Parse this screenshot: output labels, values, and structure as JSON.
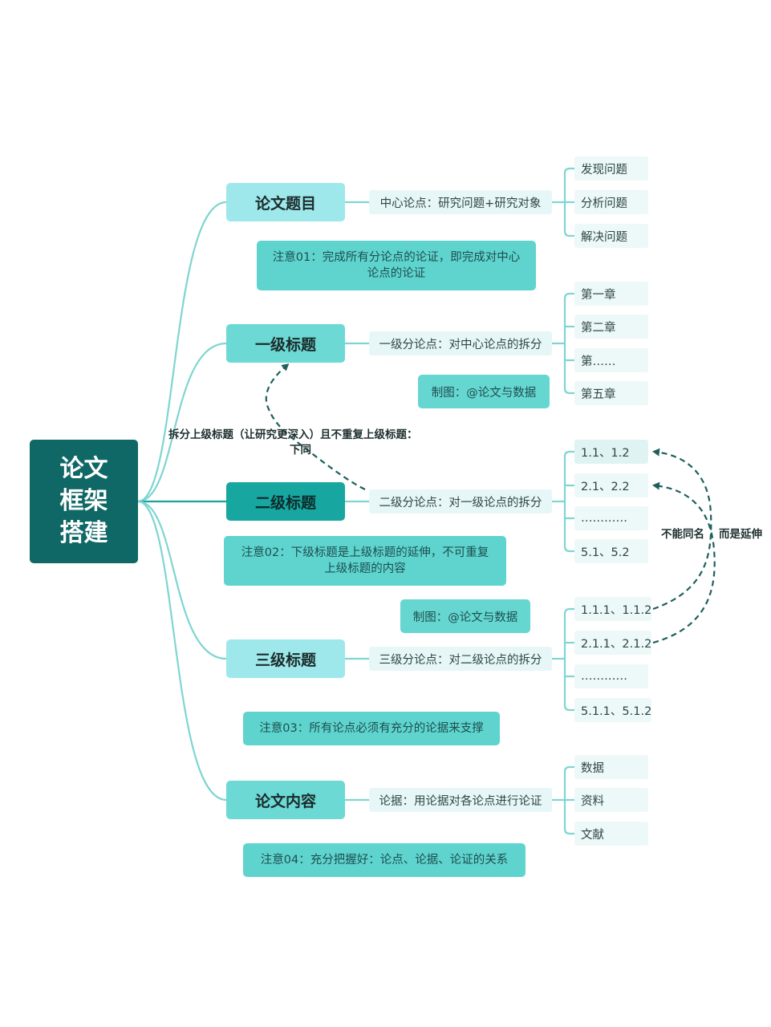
{
  "root": {
    "lines": [
      "论文",
      "框架",
      "搭建"
    ]
  },
  "branches": [
    {
      "title": "论文题目",
      "point": "中心论点：研究问题+研究对象",
      "leaves": [
        "发现问题",
        "分析问题",
        "解决问题"
      ],
      "note": [
        "注意01：完成所有分论点的论证，即完成对中心",
        "论点的论证"
      ]
    },
    {
      "title": "一级标题",
      "point": "一级分论点：对中心论点的拆分",
      "leaves": [
        "第一章",
        "第二章",
        "第……",
        "第五章"
      ],
      "credit": "制图：@论文与数据"
    },
    {
      "title": "二级标题",
      "point": "二级分论点：对一级论点的拆分",
      "leaves": [
        "1.1、1.2",
        "2.1、2.2",
        "…………",
        "5.1、5.2"
      ],
      "note": [
        "注意02：下级标题是上级标题的延伸，不可重复",
        "上级标题的内容"
      ]
    },
    {
      "title": "三级标题",
      "point": "三级分论点：对二级论点的拆分",
      "leaves": [
        "1.1.1、1.1.2",
        "2.1.1、2.1.2",
        "…………",
        "5.1.1、5.1.2"
      ],
      "credit": "制图：@论文与数据",
      "note": [
        "注意03：所有论点必须有充分的论据来支撑"
      ]
    },
    {
      "title": "论文内容",
      "point": "论据：用论据对各论点进行论证",
      "leaves": [
        "数据",
        "资料",
        "文献"
      ],
      "note": [
        "注意04：充分把握好：论点、论据、论证的关系"
      ]
    }
  ],
  "annotations": {
    "split_line1": "拆分上级标题（让研究更深入）且不重复上级标题：",
    "split_line2": "下同",
    "not_same_name": "不能同名",
    "extension": "而是延伸"
  },
  "colors": {
    "root": "#0f6866",
    "level_light": "#9ee8eb",
    "level_dark": "#17a6a0",
    "note": "#5fd4cf",
    "leaf": "#edf8f8",
    "connector": "#7fd5d2",
    "dashed_arrow": "#1e5f5c"
  }
}
